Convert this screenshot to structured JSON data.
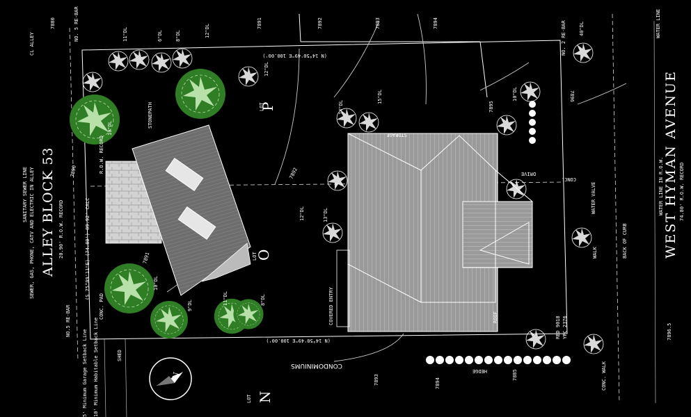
{
  "street": {
    "name": "WEST HYMAN AVENUE",
    "row_record": "74.80' R.O.W. RECORD",
    "water_line_row": "WATER LINE IN R.O.W.",
    "water_line": "WATER LINE"
  },
  "alley": {
    "name": "ALLEY BLOCK 53",
    "row_record": "20.90' R.O.W. RECORD",
    "utilities": "SEWER, GAS, PHONE, CATV AND ELECTRIC IN ALLEY",
    "sanitary": "SANITARY SEWER LINE",
    "cl_alley": "CL ALLEY"
  },
  "lots": {
    "p": {
      "word": "LOT",
      "letter": "P"
    },
    "o": {
      "word": "LOT",
      "letter": "O"
    },
    "n": {
      "word": "LOT",
      "letter": "N"
    }
  },
  "neighbor": "CONDOMINIUMS",
  "bearings": {
    "north": "(N 14°50'49\"E 100.00')",
    "south": "(N 14°50'49\"E 100.00')",
    "alley_side": "(S 75°09'11\"E) (74.80') 89.92' CALC",
    "record": "R.O.W. RECORD"
  },
  "contours": [
    "7890",
    "7891",
    "7892",
    "7893",
    "7894",
    "7895",
    "7896",
    "7885",
    "7891",
    "7893",
    "7894",
    "7880",
    "7896.5"
  ],
  "setbacks": [
    "5' Minimum Garage Setback Line",
    "10' Minimum Habitable Setback Line"
  ],
  "features": {
    "hedge": "HEDGE",
    "drive": "DRIVE",
    "storage": "STORAGE",
    "stonepath": "STONEPATH",
    "conc_pad": "CONC. PAD",
    "conc_walk": "CONC. WALK",
    "back_of_curb": "BACK OF CURB",
    "walk": "WALK",
    "roof": "ROOF",
    "covered_entry": "COVERED ENTRY",
    "shed": "SHED",
    "conc": "CONC.",
    "water_valve": "WATER VALVE"
  },
  "monuments": {
    "ne": "NO. 5 RE-BAR",
    "se": "NO. 2 RE-BAR",
    "sw": "NO.5 RE-BAR"
  },
  "benchmark": {
    "line1": "RED 9018",
    "line2": "YPC 2376"
  },
  "compass": {
    "letter": "N"
  },
  "tree_labels": [
    "12\"DL",
    "10\"DL",
    "6\"DL",
    "8\"DL",
    "11\"DL",
    "12\"DL",
    "15\"DL",
    "14\"DL",
    "13\"DL",
    "10\"DL",
    "9\"DL",
    "40\"DL",
    "10\"DL",
    "12\"DL",
    "8\"DL",
    "11\"DL"
  ],
  "colors": {
    "background": "#000000",
    "linework": "#ffffff",
    "roof_main": "#9a9a9a",
    "roof_garage": "#6e6e6e",
    "tree_green": "#2f7d25",
    "paving": "#cfcfcf"
  }
}
